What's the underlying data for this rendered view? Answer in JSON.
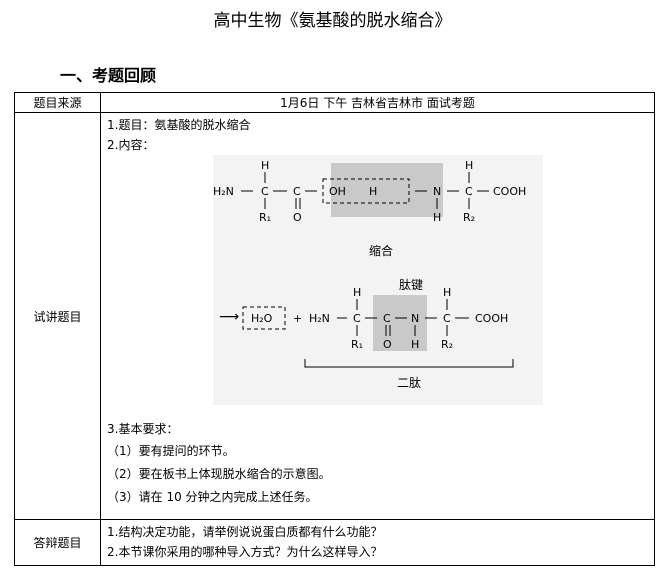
{
  "page_title": "高中生物《氨基酸的脱水缩合》",
  "section_heading": "一、考题回顾",
  "table": {
    "source_label": "题目来源",
    "source_value": "1月6日  下午  吉林省吉林市  面试考题",
    "trial_label": "试讲题目",
    "topic_line": "1.题目：氨基酸的脱水缩合",
    "content_label": "2.内容：",
    "diagram": {
      "condense_label": "缩合",
      "peptide_bond_label": "肽键",
      "dipeptide_label": "二肽",
      "r1": "R₁",
      "r2": "R₂",
      "h": "H",
      "c": "C",
      "o": "O",
      "n": "N",
      "oh": "OH",
      "h2n": "H₂N",
      "cooh": "COOH",
      "h2o": "H₂O",
      "plus": "+",
      "arrow": "⟶"
    },
    "requirements_label": "3.基本要求：",
    "requirements": [
      "（1）要有提问的环节。",
      "（2）要在板书上体现脱水缩合的示意图。",
      "（3）请在 10 分钟之内完成上述任务。"
    ],
    "defense_label": "答辩题目",
    "defense_questions": [
      "1.结构决定功能，请举例说说蛋白质都有什么功能？",
      "2.本节课你采用的哪种导入方式？为什么这样导入？"
    ]
  }
}
